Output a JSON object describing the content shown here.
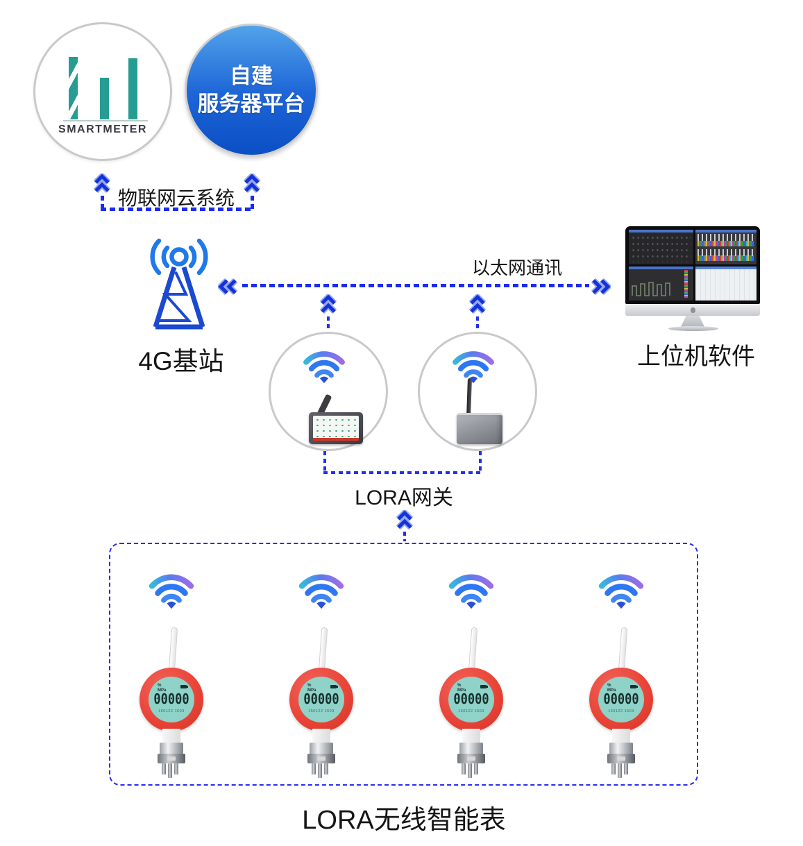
{
  "cloud_platform": {
    "smartmeter_label": "SMARTMETER",
    "server_line1": "自建",
    "server_line2": "服务器平台",
    "iot_cloud_label": "物联网云系统"
  },
  "backbone": {
    "base_station_label": "4G基站",
    "ethernet_label": "以太网通讯",
    "host_label": "上位机软件"
  },
  "gateway": {
    "label": "LORA网关"
  },
  "meter_group": {
    "label": "LORA无线智能表",
    "lcd_unit_top": "%",
    "lcd_unit": "MPa",
    "lcd_value": "00000",
    "lcd_sub": "150122 1503"
  },
  "colors": {
    "accent_blue_dash": "#1b2cf0",
    "chevron_blue": "#1532d8",
    "logo_teal": "#269c92",
    "server_blue_top": "#52a3ea",
    "server_blue_bottom": "#0a4fc4",
    "tower_blue": "#1b49d0",
    "wave_blue": "#2079e8",
    "wifi_purple": "#9d6ce4",
    "wifi_blue": "#2e77f2",
    "meter_red": "#e94438",
    "lcd_teal": "#8ed2c8"
  }
}
